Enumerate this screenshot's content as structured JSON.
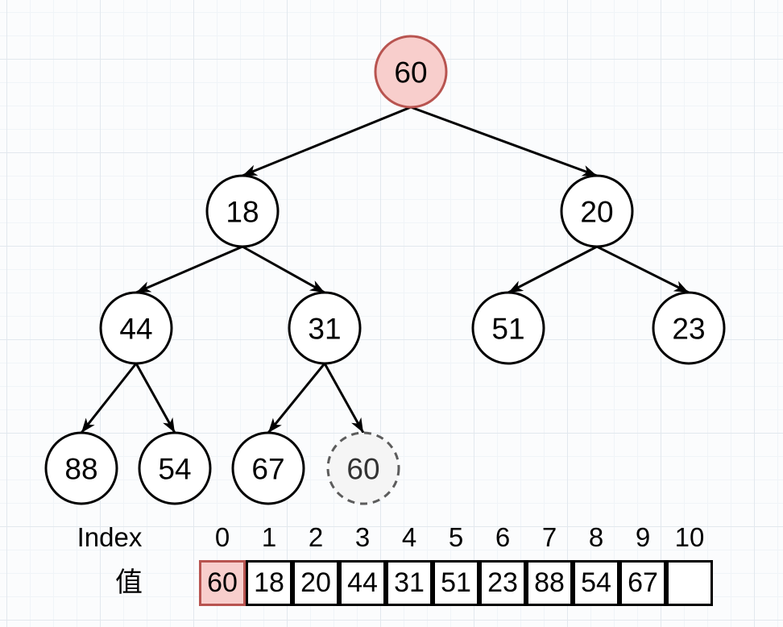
{
  "tree": {
    "nodes": {
      "n60": {
        "value": "60",
        "style": "highlighted-root"
      },
      "n18": {
        "value": "18"
      },
      "n20": {
        "value": "20"
      },
      "n44": {
        "value": "44"
      },
      "n31": {
        "value": "31"
      },
      "n51": {
        "value": "51"
      },
      "n23": {
        "value": "23"
      },
      "n88": {
        "value": "88"
      },
      "n54": {
        "value": "54"
      },
      "n67": {
        "value": "67"
      },
      "n60b": {
        "value": "60",
        "style": "dashed-ghost"
      }
    },
    "edges": [
      [
        "n60",
        "n18"
      ],
      [
        "n60",
        "n20"
      ],
      [
        "n18",
        "n44"
      ],
      [
        "n18",
        "n31"
      ],
      [
        "n20",
        "n51"
      ],
      [
        "n20",
        "n23"
      ],
      [
        "n44",
        "n88"
      ],
      [
        "n44",
        "n54"
      ],
      [
        "n31",
        "n67"
      ],
      [
        "n31",
        "n60b"
      ]
    ]
  },
  "table": {
    "index_label": "Index",
    "value_label": "值",
    "indices": [
      "0",
      "1",
      "2",
      "3",
      "4",
      "5",
      "6",
      "7",
      "8",
      "9",
      "10"
    ],
    "values": [
      "60",
      "18",
      "20",
      "44",
      "31",
      "51",
      "23",
      "88",
      "54",
      "67",
      ""
    ]
  },
  "colors": {
    "highlight_fill": "#f8cecc",
    "highlight_stroke": "#b85450",
    "ghost_fill": "#f5f5f5",
    "ghost_stroke": "#5c5c5c",
    "node_stroke": "#000000",
    "edge_color": "#000000",
    "grid_major": "#e2e8ee",
    "grid_minor": "#f0f4f8"
  }
}
